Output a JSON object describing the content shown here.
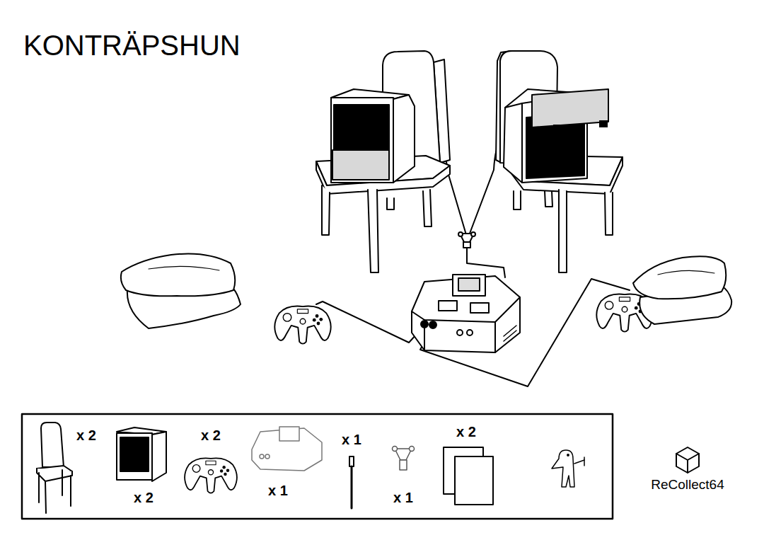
{
  "diagram": {
    "title": "KONTRÄPSHUN",
    "labels": [
      "x 2",
      "x 2",
      "x 1",
      "x 2",
      "x 2",
      "x 1",
      "x 1",
      "ReCollect64"
    ]
  }
}
